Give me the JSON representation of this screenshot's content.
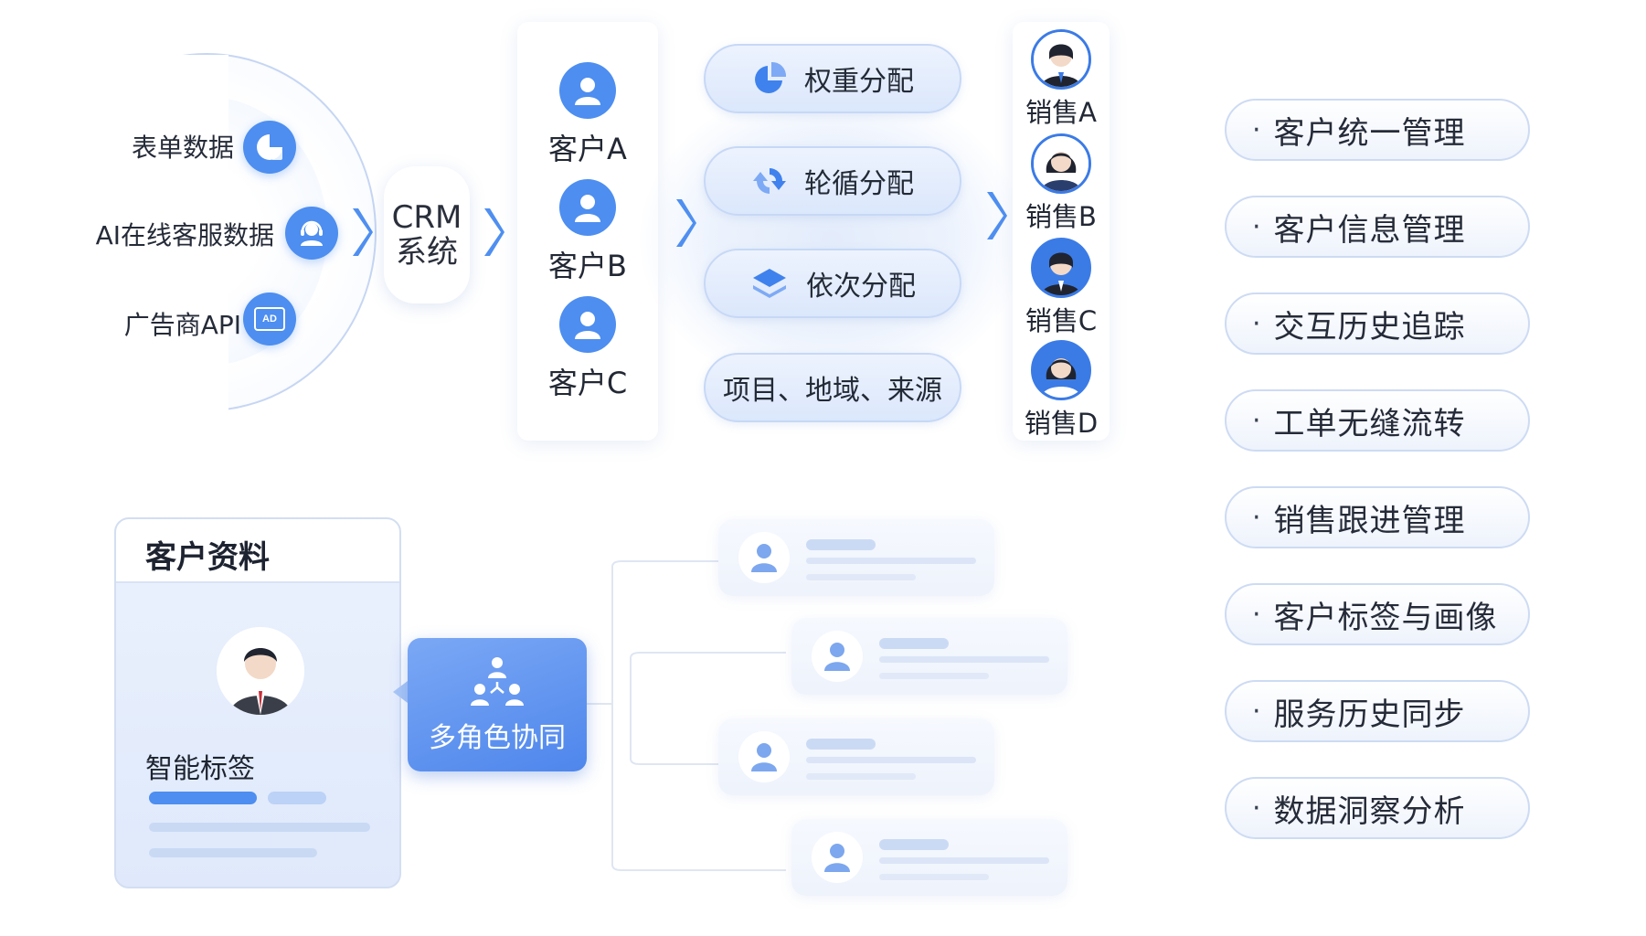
{
  "sources": [
    {
      "label": "表单数据",
      "icon": "form-icon"
    },
    {
      "label": "AI在线客服数据",
      "icon": "headset-agent-icon"
    },
    {
      "label": "广告商API",
      "icon": "ad-icon"
    }
  ],
  "ad_badge": "AD",
  "crm": {
    "line1": "CRM",
    "line2": "系统"
  },
  "customers": [
    {
      "name": "客户A",
      "icon": "user-icon"
    },
    {
      "name": "客户B",
      "icon": "user-icon"
    },
    {
      "name": "客户C",
      "icon": "user-icon"
    }
  ],
  "allocation": [
    {
      "label": "权重分配",
      "icon": "pie-chart-icon"
    },
    {
      "label": "轮循分配",
      "icon": "cycle-icon"
    },
    {
      "label": "依次分配",
      "icon": "layers-icon"
    },
    {
      "label": "项目、地域、来源",
      "icon": ""
    }
  ],
  "sales": [
    {
      "name": "销售A",
      "icon": "male-sales-avatar"
    },
    {
      "name": "销售B",
      "icon": "female-sales-avatar"
    },
    {
      "name": "销售C",
      "icon": "male-sales-avatar"
    },
    {
      "name": "销售D",
      "icon": "female-sales-avatar"
    }
  ],
  "features": [
    "客户统一管理",
    "客户信息管理",
    "交互历史追踪",
    "工单无缝流转",
    "销售跟进管理",
    "客户标签与画像",
    "服务历史同步",
    "数据洞察分析"
  ],
  "feature_bullet": "·",
  "profile": {
    "title": "客户资料",
    "tag_label": "智能标签"
  },
  "collab": {
    "label": "多角色协同",
    "icon": "team-icon"
  },
  "colors": {
    "accent": "#4d8ef0",
    "pill_border": "#c7d8f6",
    "card_border": "#d3def2"
  }
}
